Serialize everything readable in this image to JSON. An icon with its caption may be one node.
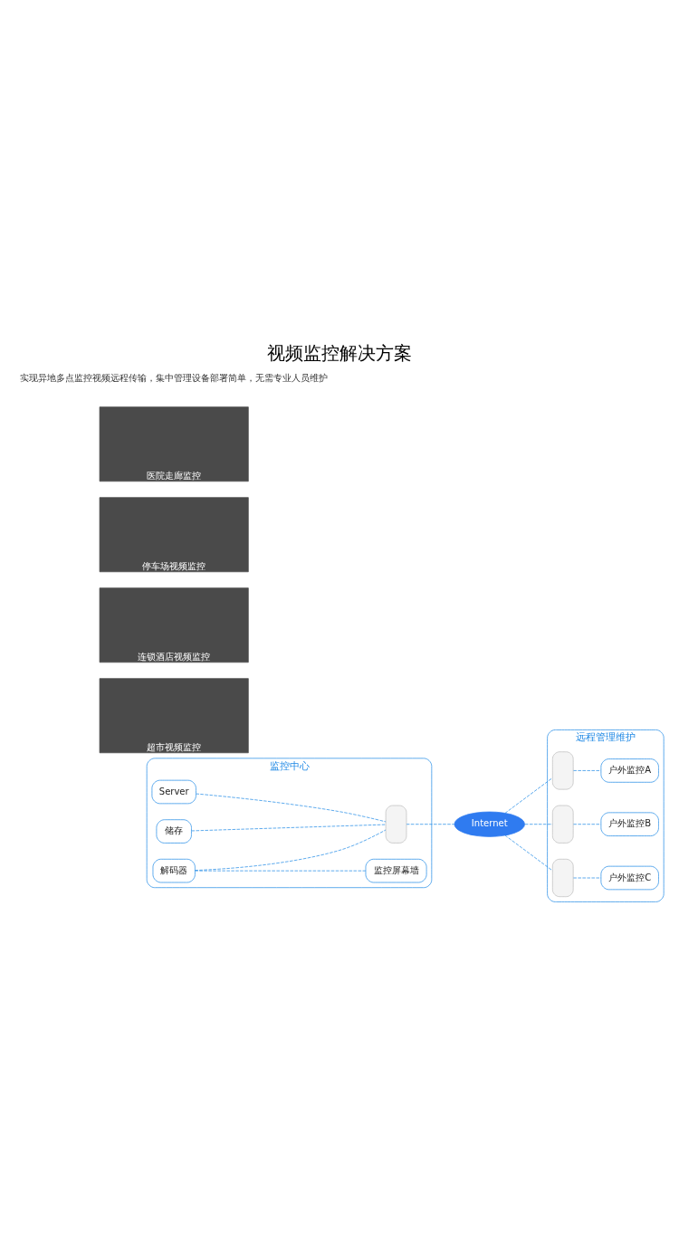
{
  "diagram": {
    "title": "视频监控解决方案",
    "nodes": [
      {
        "text": [
          "监控中心"
        ]
      },
      {
        "text": [
          "Server"
        ],
        "in": 0
      },
      {
        "text": [
          "储存"
        ],
        "in": 0
      },
      {
        "text": [
          "解码器"
        ],
        "in": 0
      },
      {
        "text": [
          "监控屏幕墙"
        ],
        "in": 0
      },
      {
        "text": [],
        "shape": "box",
        "in": 0
      },
      {
        "text": [
          "Internet"
        ]
      },
      {
        "text": [
          "远程管理维护"
        ]
      },
      {
        "text": [],
        "shape": "box",
        "in": 7
      },
      {
        "text": [
          "户外监控A"
        ],
        "in": 7
      },
      {
        "text": [],
        "shape": "box",
        "in": 7
      },
      {
        "text": [
          "户外监控B"
        ],
        "in": 7
      },
      {
        "text": [],
        "shape": "box",
        "in": 7
      },
      {
        "text": [
          "户外监控C"
        ],
        "in": 7
      },
      {
        "text": [
          "超市视频监控"
        ]
      },
      {
        "text": [
          "连锁酒店视频监控"
        ]
      },
      {
        "text": [
          "停车场视频监控"
        ]
      },
      {
        "text": [
          "医院走廊监控"
        ]
      }
    ],
    "edges": [
      {
        "from": 1,
        "to": 5,
        "arrow": "none",
        "style": "dashed"
      },
      {
        "from": 2,
        "to": 5,
        "arrow": "none",
        "style": "dashed"
      },
      {
        "from": 3,
        "to": 5,
        "arrow": "none",
        "style": "dashed"
      },
      {
        "from": 3,
        "to": 4,
        "arrow": "none",
        "style": "dashed"
      },
      {
        "from": 5,
        "to": 6,
        "arrow": "none",
        "style": "dashed"
      },
      {
        "from": 6,
        "to": 8,
        "arrow": "none",
        "style": "dashed"
      },
      {
        "from": 6,
        "to": 10,
        "arrow": "none",
        "style": "dashed"
      },
      {
        "from": 6,
        "to": 12,
        "arrow": "none",
        "style": "dashed"
      },
      {
        "from": 8,
        "to": 9,
        "arrow": "none",
        "style": "dashed"
      },
      {
        "from": 10,
        "to": 11,
        "arrow": "none",
        "style": "dashed"
      },
      {
        "from": 12,
        "to": 13,
        "arrow": "none",
        "style": "dashed"
      }
    ],
    "labels": [
      "实现异地多点监控视频远程传输，集中管理设备部署简单，无需专业人员维护"
    ]
  }
}
